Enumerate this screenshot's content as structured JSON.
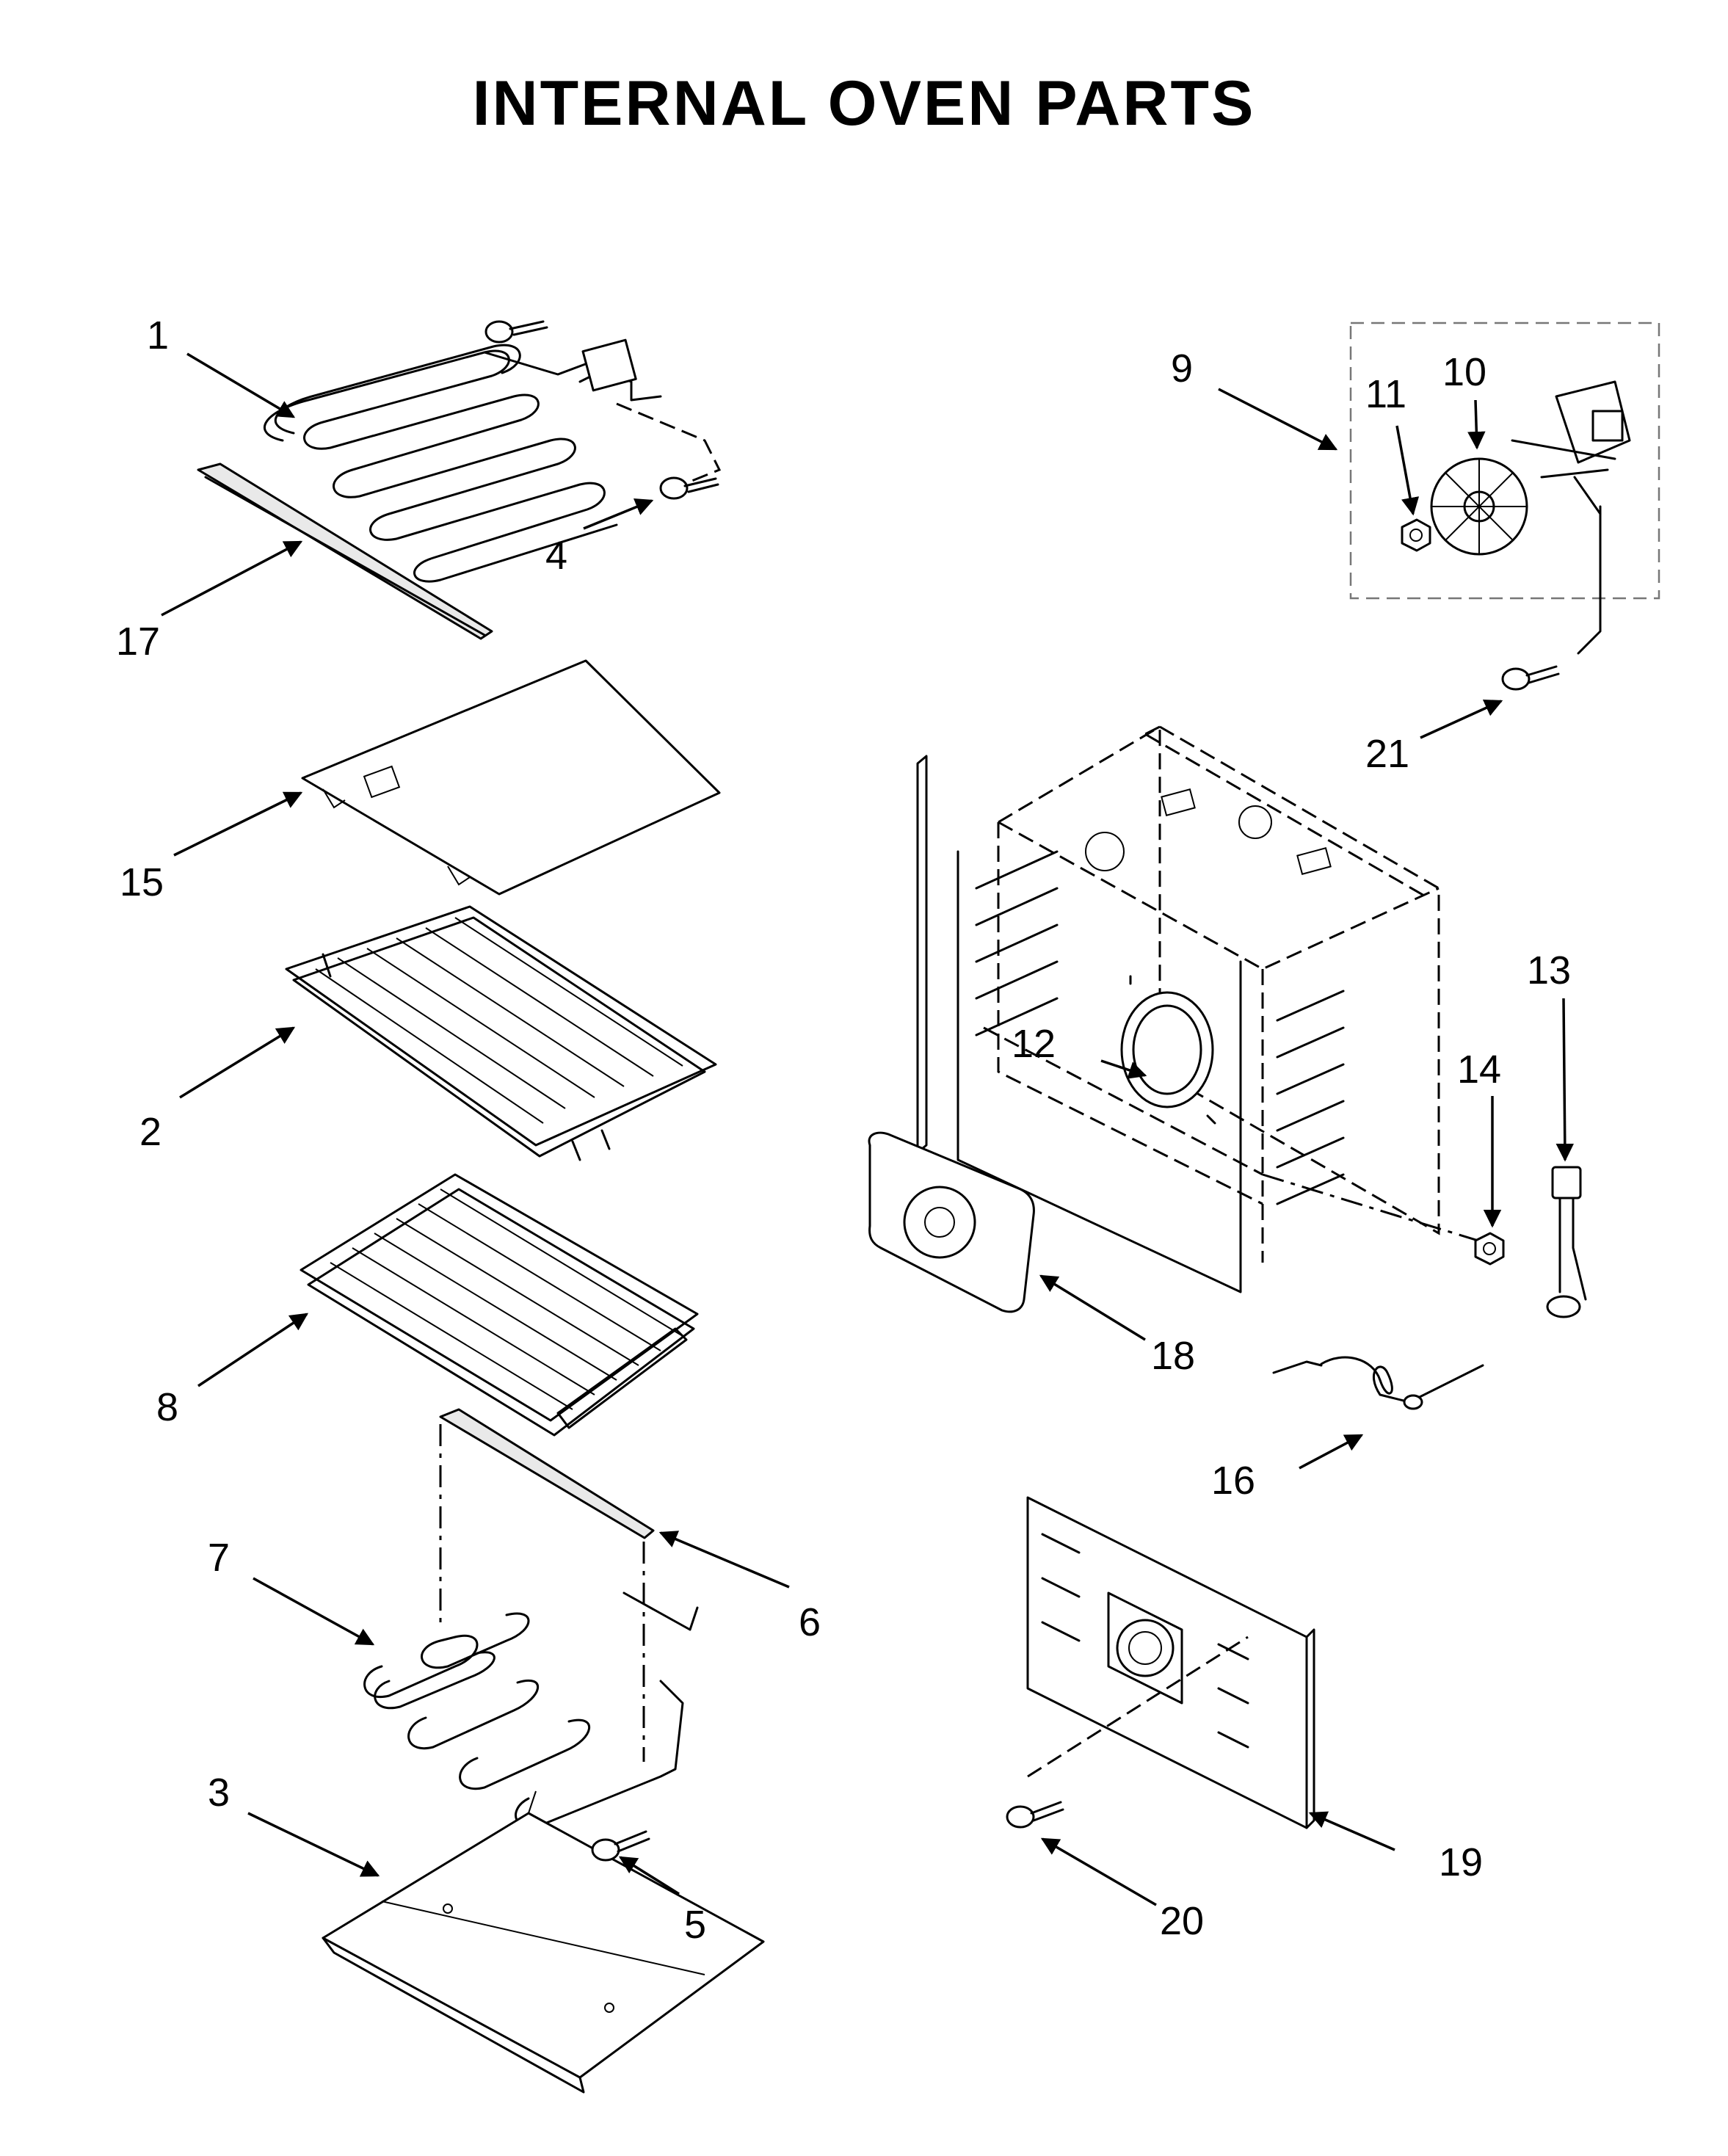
{
  "title": "INTERNAL OVEN PARTS",
  "callouts": [
    {
      "id": "1",
      "text": "1"
    },
    {
      "id": "2",
      "text": "2"
    },
    {
      "id": "3",
      "text": "3"
    },
    {
      "id": "4",
      "text": "4"
    },
    {
      "id": "5",
      "text": "5"
    },
    {
      "id": "6",
      "text": "6"
    },
    {
      "id": "7",
      "text": "7"
    },
    {
      "id": "8",
      "text": "8"
    },
    {
      "id": "9",
      "text": "9"
    },
    {
      "id": "10",
      "text": "10"
    },
    {
      "id": "11",
      "text": "11"
    },
    {
      "id": "12",
      "text": "12"
    },
    {
      "id": "13",
      "text": "13"
    },
    {
      "id": "14",
      "text": "14"
    },
    {
      "id": "15",
      "text": "15"
    },
    {
      "id": "16",
      "text": "16"
    },
    {
      "id": "17",
      "text": "17"
    },
    {
      "id": "18",
      "text": "18"
    },
    {
      "id": "19",
      "text": "19"
    },
    {
      "id": "20",
      "text": "20"
    },
    {
      "id": "21",
      "text": "21"
    }
  ]
}
